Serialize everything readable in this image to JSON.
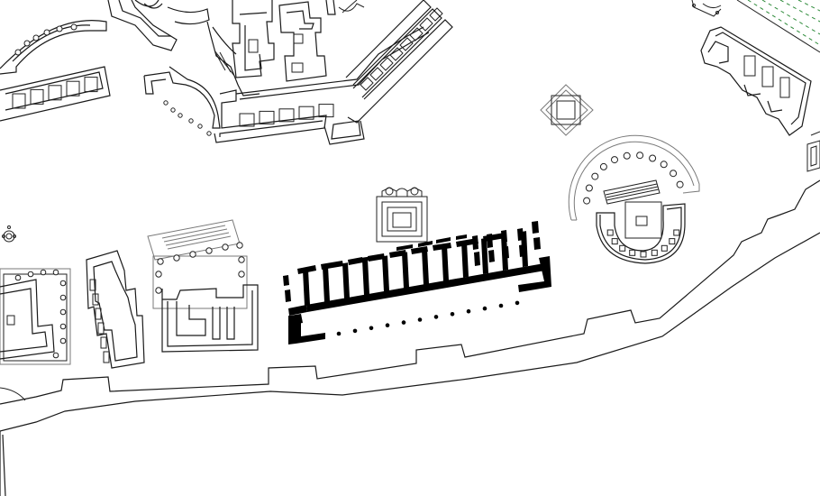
{
  "map": {
    "background": "#ffffff",
    "colors": {
      "outline": "#1a1a1a",
      "highlight": "#000000",
      "secondary": "#7a7a7a",
      "vegetation": "#2e8b3a"
    },
    "features": [
      "shoreline-wall",
      "highlighted-structure",
      "round-temple",
      "square-podium-north",
      "square-podium-center",
      "curved-colonnade-building",
      "portico-building-west",
      "long-storerooms",
      "temple-courtyard-west",
      "northern-complex"
    ]
  }
}
